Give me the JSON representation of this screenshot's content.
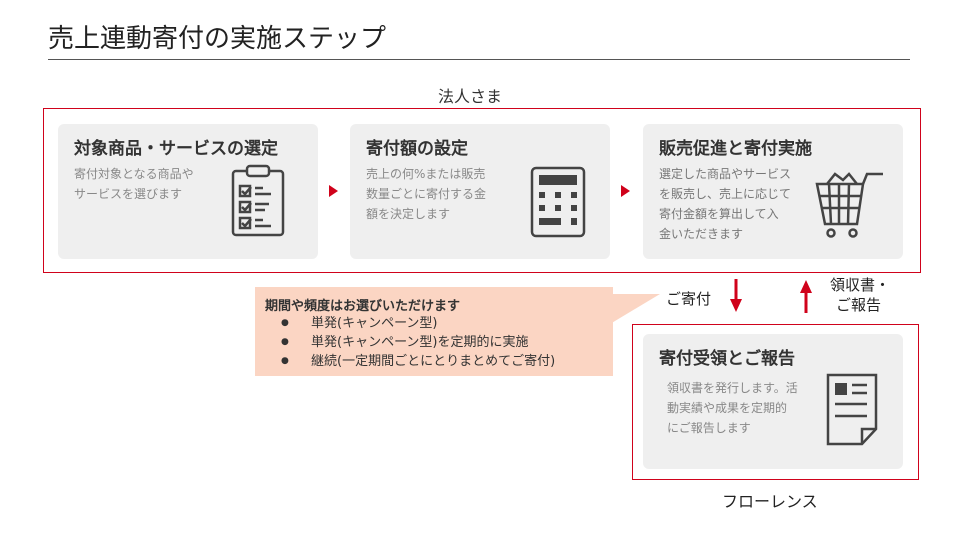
{
  "title": "売上連動寄付の実施ステップ",
  "corporate_label": "法人さま",
  "florence_label": "フローレンス",
  "steps": [
    {
      "title": "対象商品・サービスの選定",
      "desc": "寄付対象となる商品や\nサービスを選びます",
      "icon": "clipboard-checklist-icon"
    },
    {
      "title": "寄付額の設定",
      "desc": "売上の何%または販売\n数量ごとに寄付する金\n額を決定します",
      "icon": "calculator-icon"
    },
    {
      "title": "販売促進と寄付実施",
      "desc": "選定した商品やサービス\nを販売し、売上に応じて\n寄付金額を算出して入\n金いただきます",
      "icon": "shopping-cart-icon"
    },
    {
      "title": "寄付受領とご報告",
      "desc": "領収書を発行します。活\n動実績や成果を定期的\nにご報告します",
      "icon": "document-icon"
    }
  ],
  "flow": {
    "donation_label": "ご寄付",
    "report_label_1": "領収書・",
    "report_label_2": "ご報告"
  },
  "callout": {
    "heading": "期間や頻度はお選びいただけます",
    "items": [
      "単発(キャンペーン型)",
      "単発(キャンペーン型)を定期的に実施",
      "継続(一定期間ごとにとりまとめてご寄付)"
    ]
  },
  "colors": {
    "accent": "#d0021b",
    "card": "#efefef",
    "callout": "#fbd5c3"
  }
}
